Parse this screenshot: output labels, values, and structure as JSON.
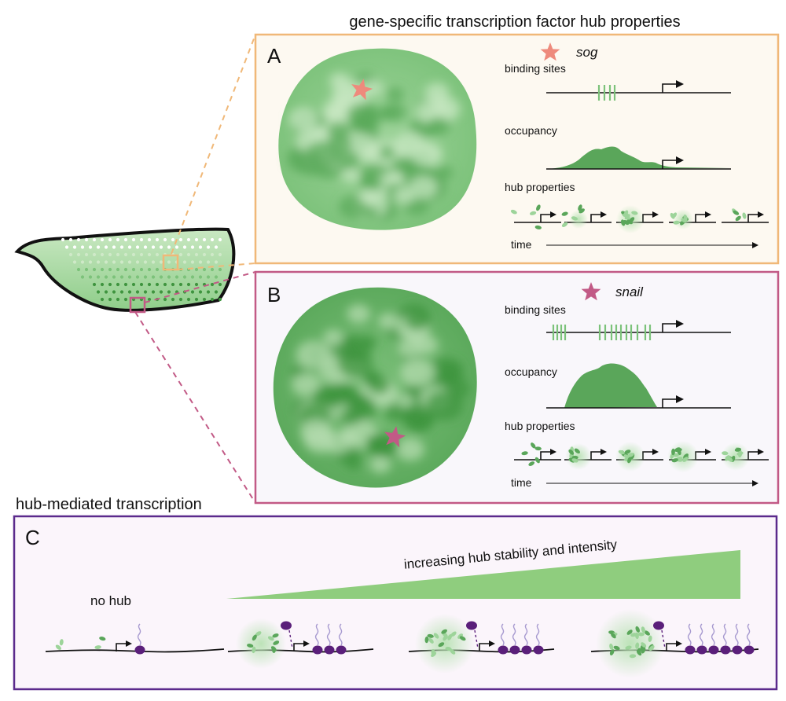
{
  "title": "gene-specific transcription factor hub properties",
  "panel_a": {
    "letter": "A",
    "gene": "sog",
    "label_binding": "binding sites",
    "label_occupancy": "occupancy",
    "label_hub": "hub properties",
    "label_time": "time"
  },
  "panel_b": {
    "letter": "B",
    "gene": "snail",
    "label_binding": "binding sites",
    "label_occupancy": "occupancy",
    "label_hub": "hub properties",
    "label_time": "time"
  },
  "panel_c": {
    "title": "hub-mediated transcription",
    "letter": "C",
    "label_no_hub": "no hub",
    "label_gradient": "increasing hub stability and intensity"
  },
  "colors": {
    "panel_a_border": "#f0b878",
    "panel_a_bg": "#fdf9f1",
    "panel_b_border": "#c25a86",
    "panel_b_bg": "#f9f7fb",
    "panel_c_border": "#5b2a8c",
    "panel_c_bg": "#fbf5fb",
    "green_dark": "#4f9e4f",
    "green_light": "#9dd49a",
    "purple": "#5a1f7a",
    "star_a": "#ee8a7c",
    "star_b": "#c25a86"
  }
}
